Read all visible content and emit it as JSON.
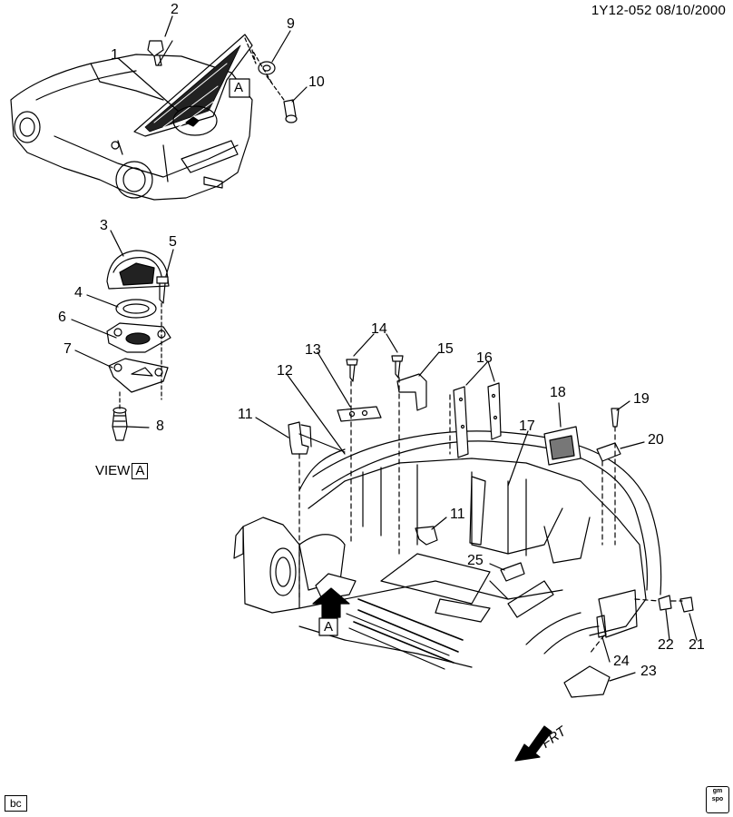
{
  "header": {
    "code": "1Y12-052 08/10/2000"
  },
  "view_label": {
    "text": "VIEW",
    "ref": "A"
  },
  "callouts": [
    {
      "num": "1"
    },
    {
      "num": "2"
    },
    {
      "num": "3"
    },
    {
      "num": "4"
    },
    {
      "num": "5"
    },
    {
      "num": "6"
    },
    {
      "num": "7"
    },
    {
      "num": "8"
    },
    {
      "num": "9"
    },
    {
      "num": "10"
    },
    {
      "num": "11"
    },
    {
      "num": "12"
    },
    {
      "num": "13"
    },
    {
      "num": "14"
    },
    {
      "num": "15"
    },
    {
      "num": "16"
    },
    {
      "num": "17"
    },
    {
      "num": "18"
    },
    {
      "num": "19"
    },
    {
      "num": "20"
    },
    {
      "num": "11"
    },
    {
      "num": "25"
    },
    {
      "num": "24"
    },
    {
      "num": "23"
    },
    {
      "num": "22"
    },
    {
      "num": "21"
    }
  ],
  "ref_boxes": {
    "top": "A",
    "bottom": "A"
  },
  "direction": {
    "text": "FRT"
  },
  "footer": {
    "bc": "bc",
    "logo_top": "gm",
    "logo_bottom": "spo"
  }
}
